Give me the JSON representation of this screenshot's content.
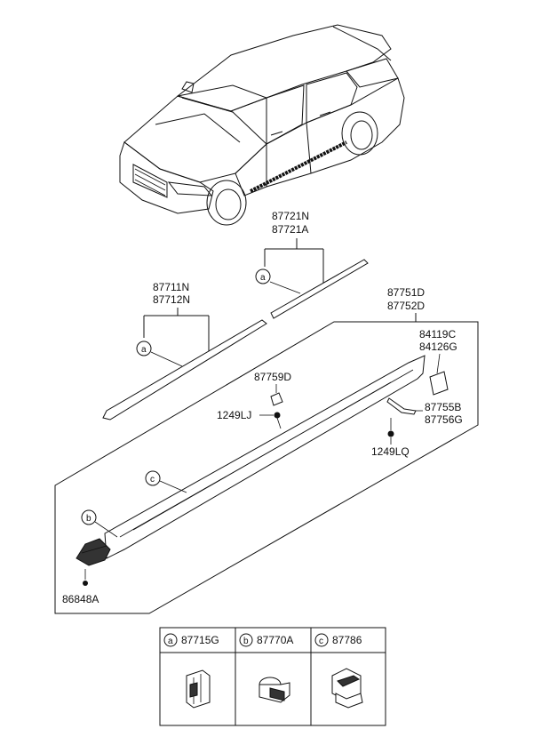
{
  "callouts": {
    "molding_front_door": [
      "87711N",
      "87712N"
    ],
    "molding_rear_door": [
      "87721N",
      "87721A"
    ],
    "side_sill": [
      "87751D",
      "87752D"
    ],
    "retainer_upper": [
      "84119C",
      "84126G"
    ],
    "clip_87759d": "87759D",
    "screw_1249lj": "1249LJ",
    "bracket_rear": [
      "87755B",
      "87756G"
    ],
    "screw_1249lq": "1249LQ",
    "screw_86848a": "86848A"
  },
  "markers": {
    "a": "a",
    "b": "b",
    "c": "c"
  },
  "legend": {
    "items": [
      {
        "letter": "a",
        "part": "87715G"
      },
      {
        "letter": "b",
        "part": "87770A"
      },
      {
        "letter": "c",
        "part": "87786"
      }
    ]
  }
}
